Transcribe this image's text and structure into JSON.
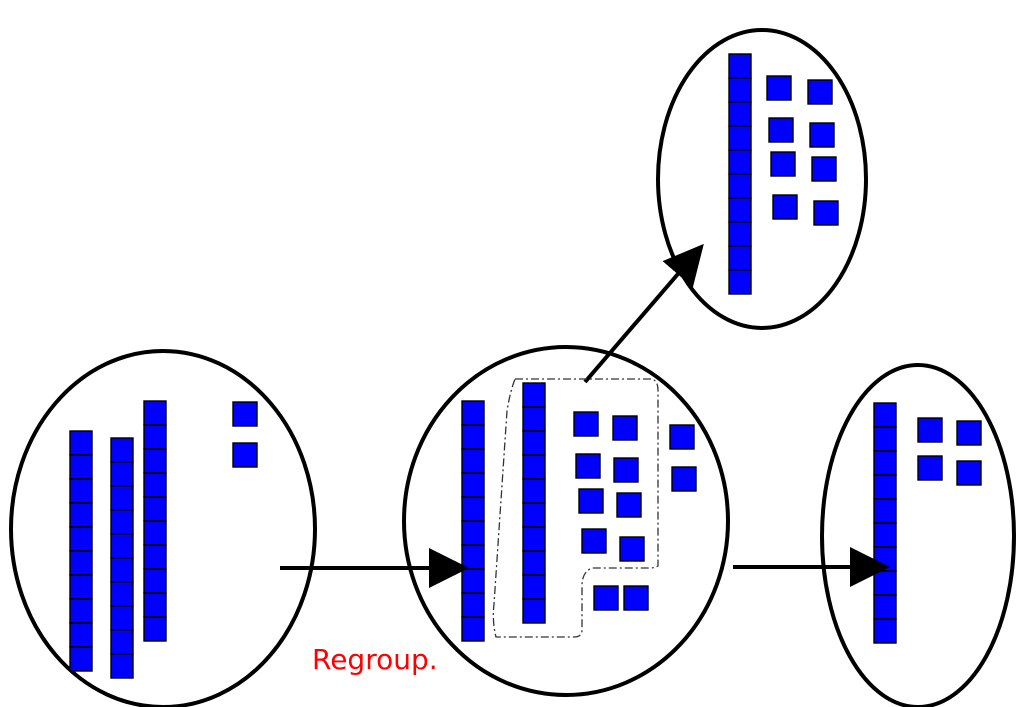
{
  "diagram": {
    "regroup_label": "Regroup.",
    "colors": {
      "block_fill": "#0000ff",
      "block_stroke": "#000000",
      "outline": "#000000",
      "label": "#ff0000",
      "arrow": "#000000",
      "group_boundary": "#333333"
    },
    "groups": [
      {
        "name": "start-group",
        "tens": 3,
        "ones": 2
      },
      {
        "name": "regrouped-group",
        "tens": 2,
        "ones": 12
      },
      {
        "name": "split-out-group",
        "tens": 1,
        "ones": 8
      },
      {
        "name": "remaining-group",
        "tens": 1,
        "ones": 4
      }
    ],
    "icons": {
      "arrow": "arrow-icon"
    }
  }
}
